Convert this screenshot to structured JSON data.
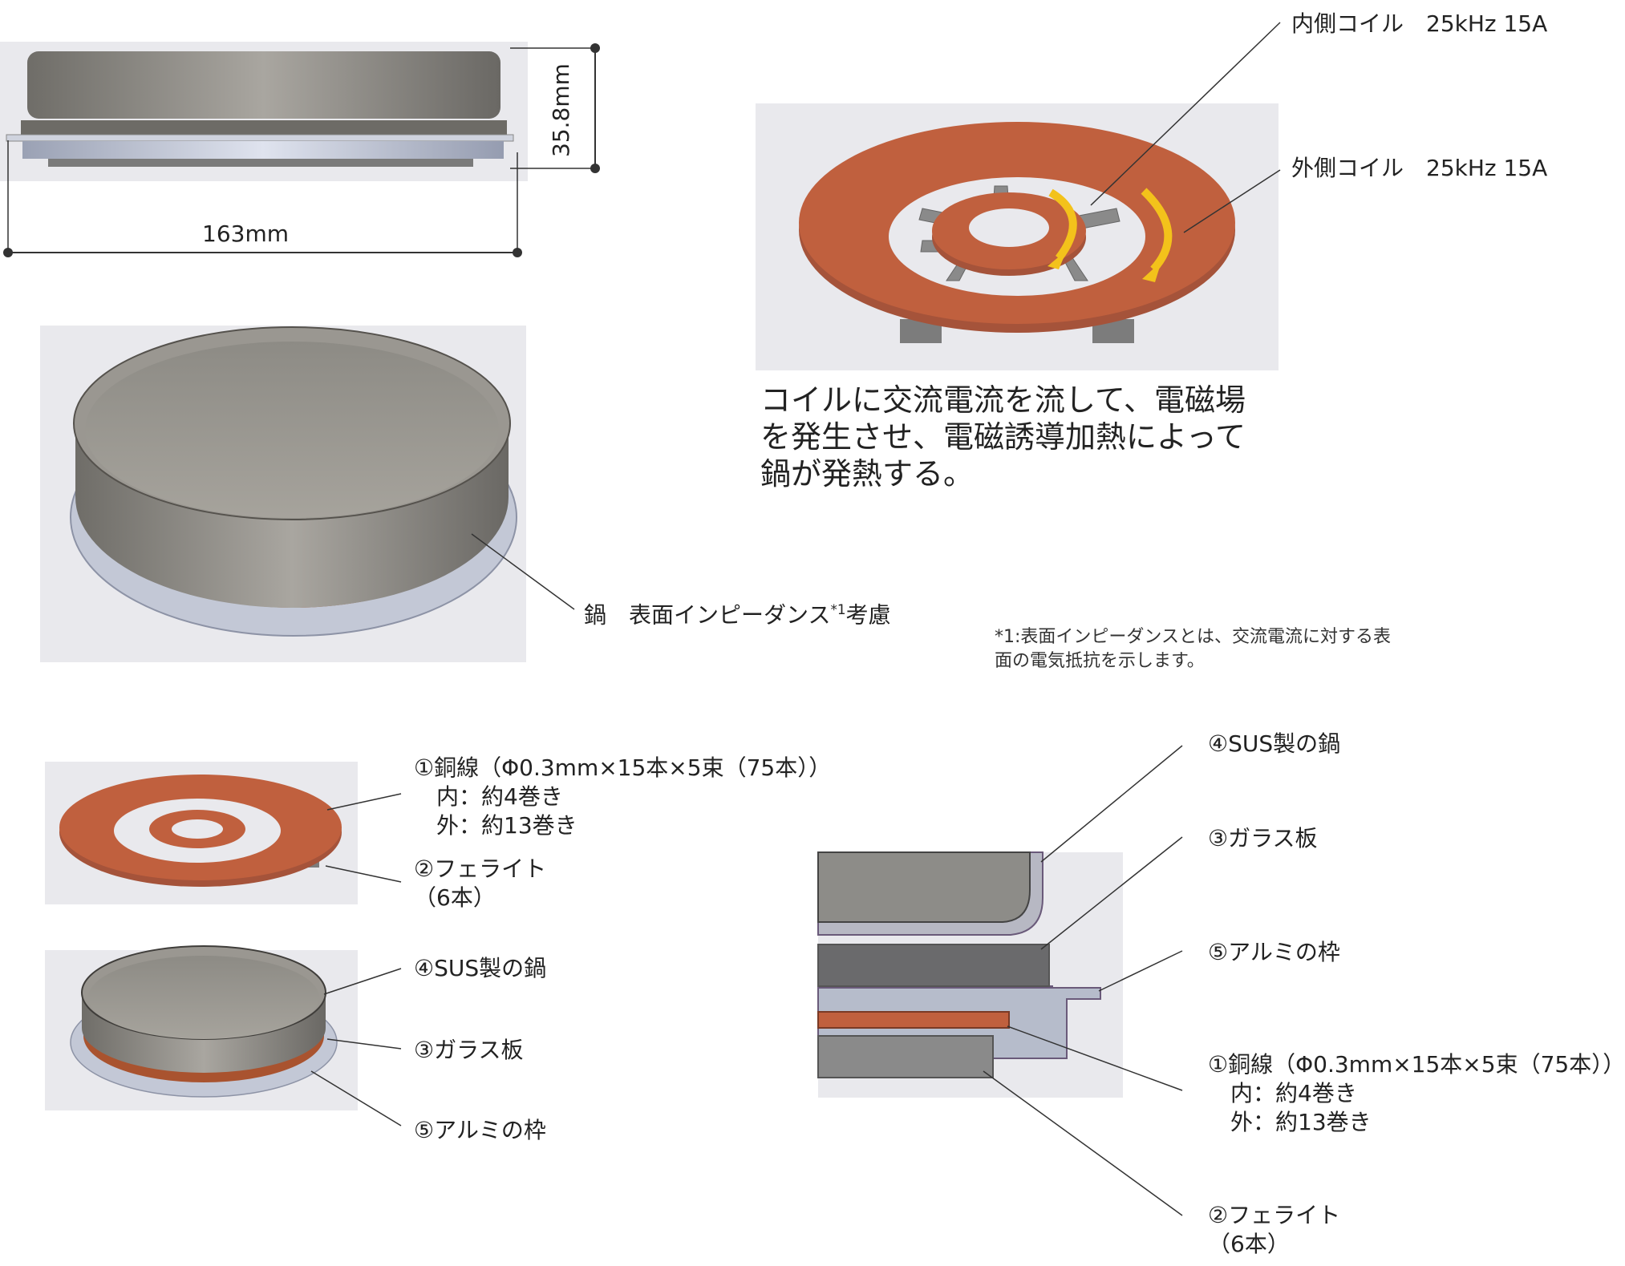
{
  "dimensions": {
    "height": "35.8mm",
    "width": "163mm"
  },
  "coil_labels": {
    "inner": "内側コイル　25kHz 15A",
    "outer": "外側コイル　25kHz 15A"
  },
  "description": [
    "コイルに交流電流を流して、電磁場",
    "を発生させ、電磁誘導加熱によって",
    "鍋が発熱する。"
  ],
  "pot_label": {
    "text": "鍋　表面インピーダンス",
    "sup": "*1",
    "suffix": "考慮"
  },
  "footnote": [
    "*1:表面インピーダンスとは、交流電流に対する表",
    "面の電気抵抗を示します。"
  ],
  "left_parts": {
    "copper": [
      "①銅線（Φ0.3mm×15本×5束（75本））",
      "　内：約4巻き",
      "　外：約13巻き"
    ],
    "ferrite": [
      "②フェライト",
      "（6本）"
    ],
    "pot": "④SUS製の鍋",
    "glass": "③ガラス板",
    "frame": "⑤アルミの枠"
  },
  "right_parts": {
    "pot": "④SUS製の鍋",
    "glass": "③ガラス板",
    "frame": "⑤アルミの枠",
    "copper": [
      "①銅線（Φ0.3mm×15本×5束（75本））",
      "　内：約4巻き",
      "　外：約13巻き"
    ],
    "ferrite": [
      "②フェライト",
      "（6本）"
    ]
  },
  "colors": {
    "panel_bg": "#e9e9ed",
    "pot_gray": "#8a8882",
    "copper": "#c0603e",
    "aluminum": "#b6bccb",
    "ferrite": "#7e7e7e",
    "arrow": "#f3c21b"
  }
}
